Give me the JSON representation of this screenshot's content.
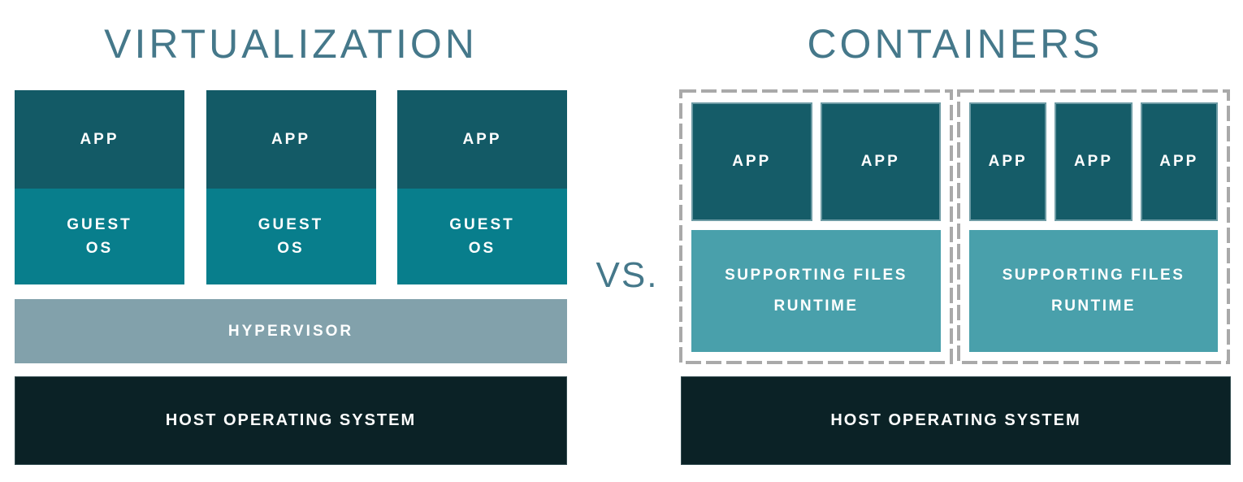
{
  "left": {
    "title": "VIRTUALIZATION",
    "vms": [
      {
        "app": "APP",
        "guest_os": "GUEST\nOS"
      },
      {
        "app": "APP",
        "guest_os": "GUEST\nOS"
      },
      {
        "app": "APP",
        "guest_os": "GUEST\nOS"
      }
    ],
    "hypervisor_label": "HYPERVISOR",
    "host_os_label": "HOST OPERATING SYSTEM"
  },
  "vs_label": "VS.",
  "right": {
    "title": "CONTAINERS",
    "groups": [
      {
        "apps": [
          "APP",
          "APP"
        ],
        "supporting_label": "SUPPORTING FILES\nRUNTIME"
      },
      {
        "apps": [
          "APP",
          "APP",
          "APP"
        ],
        "supporting_label": "SUPPORTING FILES\nRUNTIME"
      }
    ],
    "host_os_label": "HOST OPERATING SYSTEM"
  },
  "colors": {
    "background": "#ffffff",
    "title_text": "#45788a",
    "app_box": "#135a66",
    "app_box_border": "#6d9ba4",
    "guest_os_box": "#087e8c",
    "supporting_box": "#49a0ab",
    "hypervisor_bar": "#82a1ab",
    "host_os_bar": "#0b2226",
    "dashed_border": "#a9a9a9",
    "label_text": "#ffffff"
  }
}
